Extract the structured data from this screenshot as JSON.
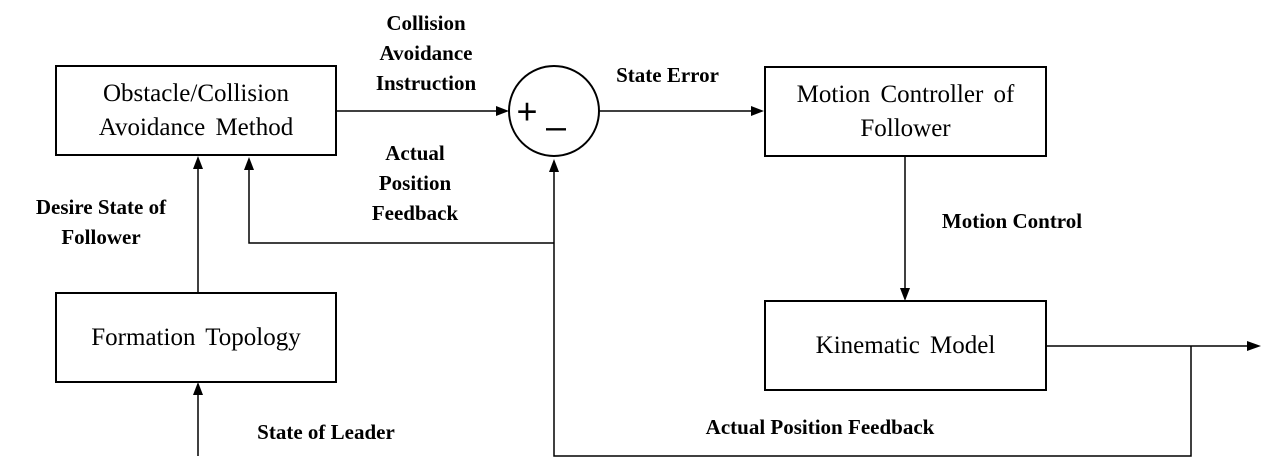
{
  "blocks": {
    "avoidance_method": "Obstacle/Collision\nAvoidance  Method",
    "motion_controller": "Motion Controller of\nFollower",
    "formation_topology": "Formation  Topology",
    "kinematic_model": "Kinematic  Model"
  },
  "summing_junction": {
    "plus_sign": "+",
    "minus_sign": "–"
  },
  "signals": {
    "collision_avoidance_instruction": "Collision\nAvoidance\nInstruction",
    "state_error": "State Error",
    "actual_position_feedback_inner": "Actual\nPosition\nFeedback",
    "desire_state_of_follower": "Desire State of\nFollower",
    "motion_control": "Motion Control",
    "state_of_leader": "State of Leader",
    "actual_position_feedback_outer": "Actual Position Feedback"
  }
}
